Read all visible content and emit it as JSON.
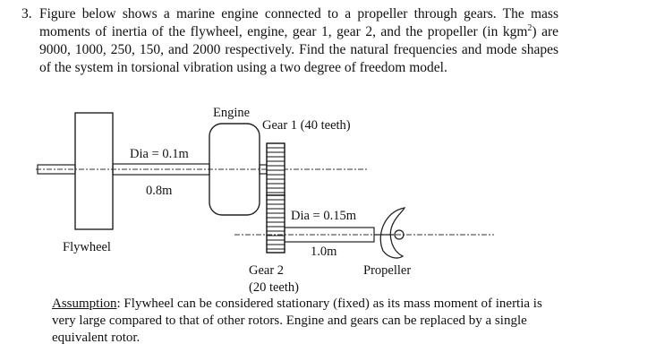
{
  "problem": {
    "number": "3.",
    "text_before_unit": "Figure below shows a marine engine connected to a propeller through gears. The mass moments of inertia of the flywheel, engine, gear 1, gear 2, and the propeller (in kgm",
    "unit_superscript": "2",
    "text_after_unit": ") are 9000, 1000, 250, 150, and 2000 respectively. Find the natural frequencies and mode shapes of the system in torsional vibration using a two degree of freedom model."
  },
  "figure": {
    "engine_label": "Engine",
    "gear1_label": "Gear 1 (40 teeth)",
    "dia_left_label": "Dia = 0.1m",
    "length_left_label": "0.8m",
    "dia_right_label": "Dia = 0.15m",
    "length_right_label": "1.0m",
    "flywheel_label": "Flywheel",
    "gear2_label": "Gear 2",
    "gear2_teeth_label": "(20 teeth)",
    "propeller_label": "Propeller"
  },
  "assumption": {
    "heading": "Assumption",
    "text": ": Flywheel can be considered stationary (fixed) as its mass moment of inertia is very large compared to that of other rotors. Engine and gears can be replaced by a single equivalent rotor."
  }
}
